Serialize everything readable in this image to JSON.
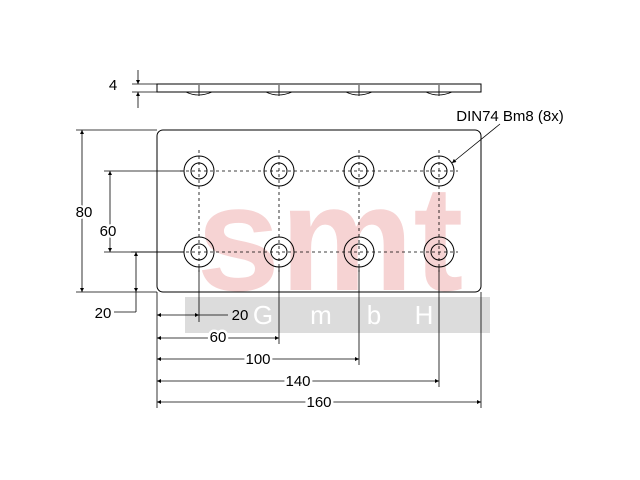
{
  "watermark": {
    "main": "smt",
    "sub_letters": [
      "G",
      "m",
      "b",
      "H"
    ],
    "main_color": "#f6d3d3",
    "band_color": "#dcdcdc"
  },
  "part_label": "DIN74 Bm8 (8x)",
  "dimensions": {
    "thickness": "4",
    "height_total": "80",
    "height_holes": "60",
    "bottom_offset": "20",
    "left_offset": "20",
    "x_60": "60",
    "x_100": "100",
    "x_140": "140",
    "width_total": "160"
  },
  "colors": {
    "line": "#000000",
    "background": "#ffffff"
  }
}
